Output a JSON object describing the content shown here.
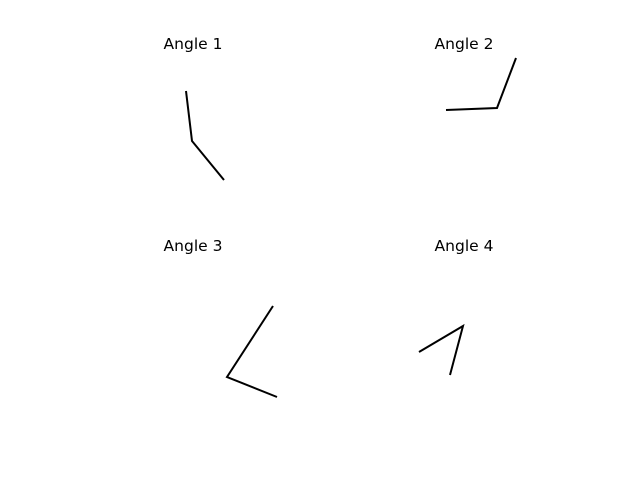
{
  "panels": [
    {
      "title": "Angle 1"
    },
    {
      "title": "Angle 2"
    },
    {
      "title": "Angle 3"
    },
    {
      "title": "Angle 4"
    }
  ],
  "colors": {
    "background": "#ffffff",
    "line": "#000000",
    "text": "#000000"
  }
}
